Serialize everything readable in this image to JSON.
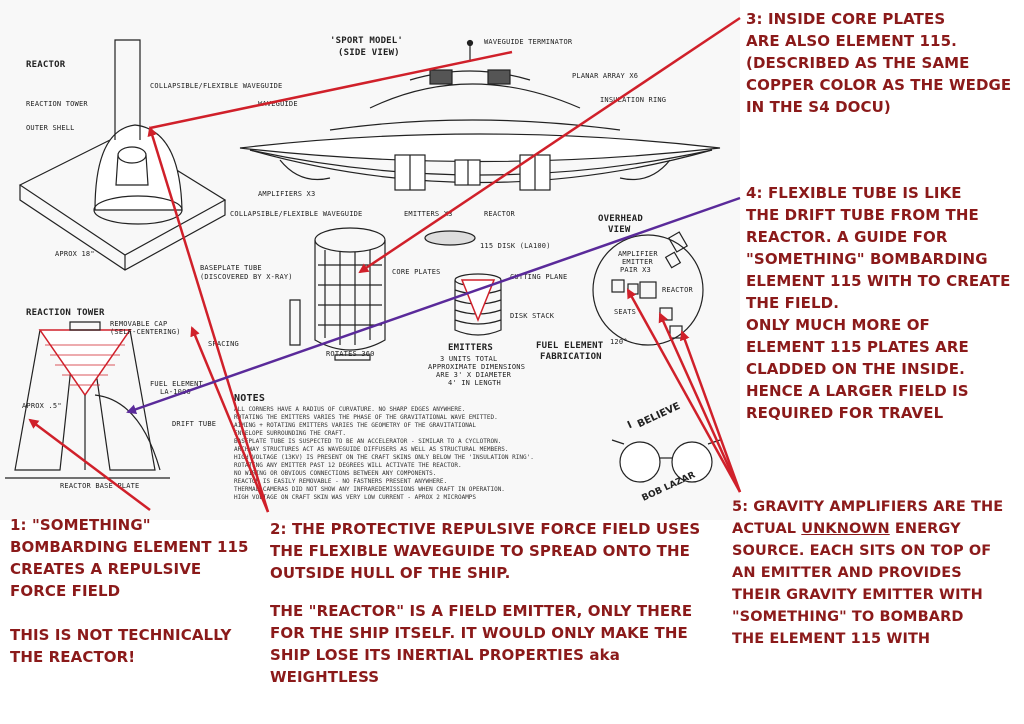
{
  "sketch": {
    "reactor": {
      "title": "REACTOR",
      "tower": "REACTION TOWER",
      "shell": "OUTER SHELL",
      "waveguide": "COLLAPSIBLE/FLEXIBLE WAVEGUIDE",
      "approx": "APROX 18\""
    },
    "ship": {
      "title": "'SPORT MODEL'",
      "subtitle": "(SIDE VIEW)",
      "terminator": "WAVEGUIDE TERMINATOR",
      "planar": "PLANAR ARRAY X6",
      "insulation": "INSULATION RING",
      "waveguide": "WAVEGUIDE",
      "amplifiers": "AMPLIFIERS X3",
      "emitters": "EMITTERS X3",
      "reactor": "REACTOR"
    },
    "baseplate": {
      "waveguide": "COLLAPSIBLE/FLEXIBLE WAVEGUIDE",
      "tube": "BASEPLATE TUBE",
      "tube_note": "(DISCOVERED BY X-RAY)",
      "disk": "115 DISK (LA100)",
      "core": "CORE PLATES",
      "rotates": "ROTATES 360"
    },
    "fuel": {
      "cutting": "CUTTING PLANE",
      "stack": "DISK STACK",
      "emitters_title": "EMITTERS",
      "emitters_d1": "3 UNITS TOTAL",
      "emitters_d2": "APPROXIMATE DIMENSIONS",
      "emitters_d3": "ARE 3' X DIAMETER",
      "emitters_d4": "4' IN LENGTH",
      "fabrication1": "FUEL ELEMENT",
      "fabrication2": "FABRICATION"
    },
    "overhead": {
      "title1": "OVERHEAD",
      "title2": "VIEW",
      "amp1": "AMPLIFIER",
      "amp2": "EMITTER",
      "amp3": "PAIR X3",
      "reactor": "REACTOR",
      "seats": "SEATS",
      "deg": "120°"
    },
    "tower": {
      "title": "REACTION TOWER",
      "cap": "REMOVABLE CAP",
      "cap2": "(SELF-CENTERING)",
      "fuel": "FUEL ELEMENT",
      "fuel2": "LA-1000",
      "approx": "APROX .5\"",
      "drift": "DRIFT TUBE",
      "base": "REACTOR BASE PLATE",
      "spacing": "SPACING"
    },
    "notes_title": "NOTES",
    "notes": [
      "ALL CORNERS HAVE A RADIUS OF CURVATURE. NO SHARP EDGES ANYWHERE.",
      "ROTATING THE EMITTERS VARIES THE PHASE OF THE GRAVITATIONAL WAVE EMITTED.",
      "AIMING + ROTATING EMITTERS VARIES THE GEOMETRY OF THE GRAVITATIONAL",
      "ENVELOPE SURROUNDING THE CRAFT.",
      "BASEPLATE TUBE IS SUSPECTED TO BE AN ACCELERATOR - SIMILAR TO A CYCLOTRON.",
      "ARCHWAY STRUCTURES ACT AS WAVEGUIDE DIFFUSERS AS WELL AS STRUCTURAL MEMBERS.",
      "HIGH VOLTAGE (13KV) IS PRESENT ON THE CRAFT SKINS ONLY BELOW THE 'INSULATION RING'.",
      "ROTATING ANY EMITTER PAST 12 DEGREES WILL ACTIVATE THE REACTOR.",
      "NO WIRING OR OBVIOUS CONNECTIONS BETWEEN ANY COMPONENTS.",
      "REACTOR IS EASILY REMOVABLE - NO FASTNERS PRESENT ANYWHERE.",
      "THERMAL CAMERAS DID NOT SHOW ANY INFRAREDEMISSIONS WHEN CRAFT IN OPERATION.",
      "HIGH VOLTAGE ON CRAFT SKIN WAS VERY LOW CURRENT - APROX 2 MICROAMPS"
    ],
    "sticker": {
      "line1": "I",
      "line2": "BELIEVE",
      "name": "BOB LAZAR"
    }
  },
  "callouts": {
    "c1": {
      "lines": [
        "1: \"SOMETHING\"",
        "BOMBARDING ELEMENT 115",
        "CREATES A REPULSIVE",
        "FORCE FIELD"
      ],
      "lines2": [
        "THIS IS NOT TECHNICALLY",
        "THE REACTOR!"
      ]
    },
    "c2": {
      "lines": [
        "2: THE PROTECTIVE REPULSIVE FORCE FIELD USES",
        "THE FLEXIBLE WAVEGUIDE TO SPREAD ONTO THE",
        "OUTSIDE HULL OF THE SHIP."
      ],
      "lines2": [
        "THE \"REACTOR\" IS A FIELD EMITTER, ONLY THERE",
        "FOR THE SHIP ITSELF. IT WOULD ONLY MAKE THE",
        "SHIP LOSE ITS INERTIAL PROPERTIES aka",
        "WEIGHTLESS"
      ]
    },
    "c3": {
      "lines": [
        "3: INSIDE CORE PLATES",
        "ARE ALSO ELEMENT 115.",
        "(DESCRIBED AS THE SAME",
        "COPPER COLOR AS THE WEDGE",
        "IN THE S4 DOCU)"
      ]
    },
    "c4": {
      "lines": [
        "4: FLEXIBLE TUBE IS LIKE",
        "THE DRIFT TUBE FROM THE",
        "REACTOR. A GUIDE FOR",
        "\"SOMETHING\" BOMBARDING",
        "ELEMENT 115 WITH TO CREATE",
        "THE FIELD.",
        "ONLY MUCH MORE OF",
        "ELEMENT 115 PLATES ARE",
        "CLADDED ON THE INSIDE.",
        "HENCE A LARGER FIELD IS",
        "REQUIRED FOR TRAVEL"
      ]
    },
    "c5": {
      "line1": "5: GRAVITY AMPLIFIERS ARE THE",
      "line2_pre": "ACTUAL ",
      "line2_u": "UNKNOWN",
      "line2_post": " ENERGY",
      "rest": [
        "SOURCE. EACH SITS ON TOP OF",
        "AN EMITTER AND PROVIDES",
        "THEIR GRAVITY EMITTER WITH",
        "\"SOMETHING\" TO BOMBARD",
        "THE ELEMENT 115 WITH"
      ]
    }
  },
  "colors": {
    "callout_text": "#8b1a1a",
    "arrow_red": "#d0202a",
    "arrow_purple": "#5a2a9a",
    "sketch_line": "#222222"
  }
}
